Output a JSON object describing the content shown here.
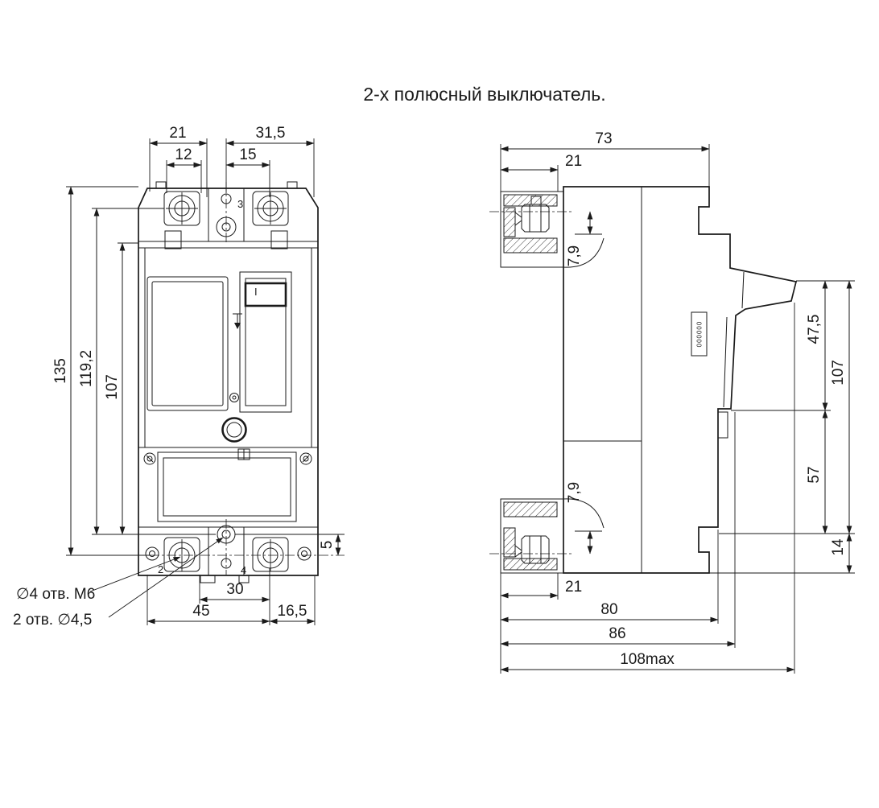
{
  "title": "2-х полюсный выключатель.",
  "front_view": {
    "dims": {
      "w21": "21",
      "w31_5": "31,5",
      "w12": "12",
      "w15": "15",
      "h135": "135",
      "h119_2": "119,2",
      "h107": "107",
      "h5": "5",
      "w30": "30",
      "w45": "45",
      "w16_5": "16,5"
    },
    "notes": {
      "m6": "∅4 отв. М6",
      "d45": "2 отв. ∅4,5"
    },
    "marks": {
      "t3": "3",
      "t2": "2",
      "t4": "4",
      "on": "I"
    }
  },
  "side_view": {
    "dims": {
      "w73": "73",
      "w21_top": "21",
      "h79_top": "7,9",
      "h47_5": "47,5",
      "h107": "107",
      "h79_bot": "7,9",
      "h57": "57",
      "h14": "14",
      "w21_bot": "21",
      "w80": "80",
      "w86": "86",
      "w108": "108max"
    },
    "plate": "000000"
  }
}
